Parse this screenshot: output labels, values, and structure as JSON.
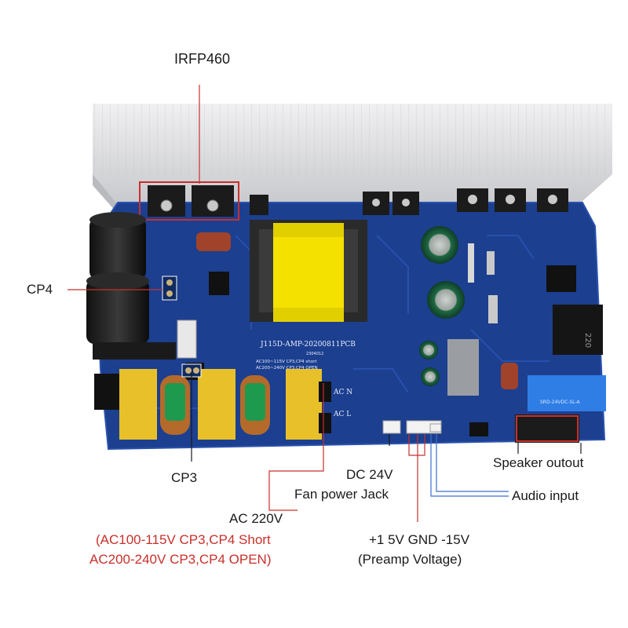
{
  "callouts": {
    "irfp460": "IRFP460",
    "cp4": "CP4",
    "cp3": "CP3",
    "dc24v": "DC 24V",
    "fan_jack": "Fan power Jack",
    "ac220v": "AC 220V",
    "ac_short": "(AC100-115V CP3,CP4 Short",
    "ac_open": "AC200-240V CP3,CP4 OPEN)",
    "speaker": "Speaker outout",
    "audio": "Audio input",
    "preamp_volts": "+1 5V GND -15V",
    "preamp_label": "(Preamp Voltage)"
  },
  "board": {
    "pcb_name": "J115D-AMP-20200811PCB",
    "pcb_date": "2304012",
    "pcb_note1": "AC100~115V  CP3,CP4 short",
    "pcb_note2": "AC200~240V  CP3,CP4 OPEN",
    "silk_ac_n": "AC N",
    "silk_ac_l": "AC L",
    "relay_text": "SRD-24VDC-SL-A",
    "inductor_text": "220"
  },
  "colors": {
    "pcb": "#1c3f8f",
    "heatsink": "#dcdde0",
    "callout_line_red": "#c8302a",
    "callout_line_blue": "#3a6fd1",
    "capacitor_yellow": "#f2c22e",
    "transformer_yellow": "#f5e100"
  }
}
